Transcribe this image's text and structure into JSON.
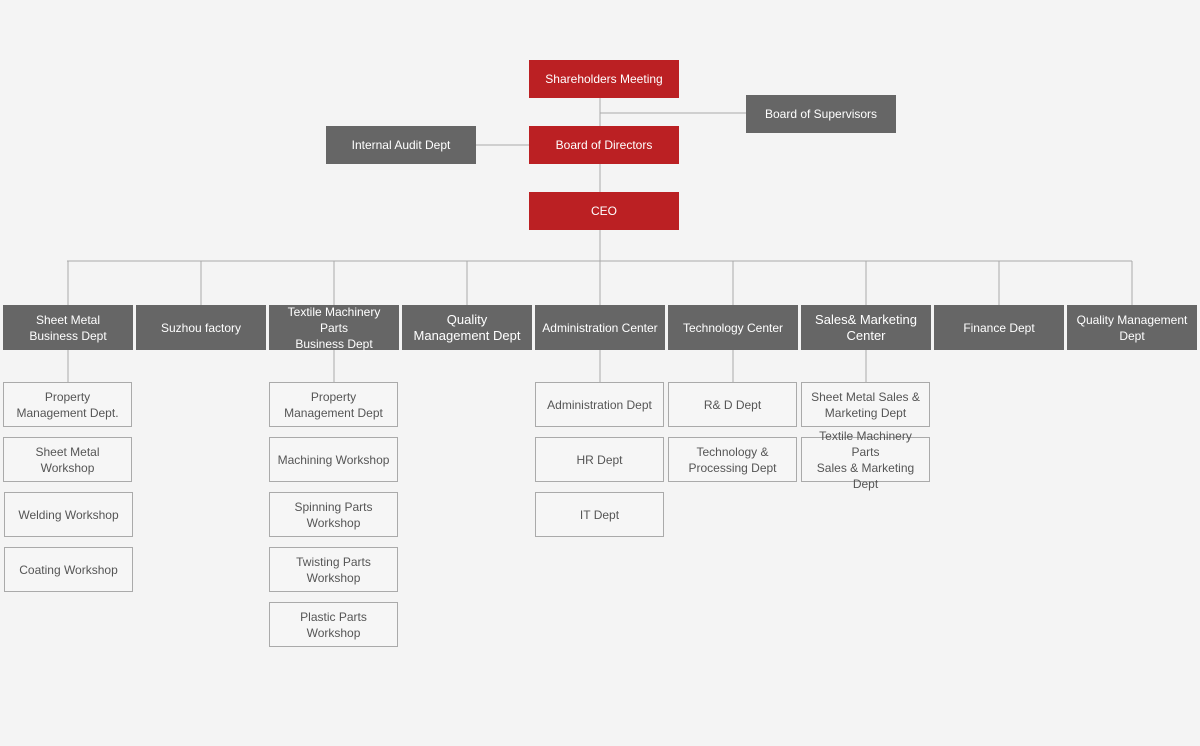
{
  "top": {
    "shareholders": "Shareholders Meeting",
    "supervisors": "Board of Supervisors",
    "audit": "Internal Audit Dept",
    "directors": "Board of Directors",
    "ceo": "CEO"
  },
  "departments": [
    {
      "label": "Sheet Metal\nBusiness Dept",
      "children": [
        "Property\nManagement Dept.",
        "Sheet Metal Workshop",
        "Welding Workshop",
        "Coating Workshop"
      ]
    },
    {
      "label": "Suzhou factory",
      "children": []
    },
    {
      "label": "Textile Machinery Parts\nBusiness Dept",
      "children": [
        "Property\nManagement Dept",
        "Machining Workshop",
        "Spinning Parts Workshop",
        "Twisting Parts Workshop",
        "Plastic Parts Workshop"
      ]
    },
    {
      "label": "Quality\nManagement Dept",
      "children": []
    },
    {
      "label": "Administration Center",
      "children": [
        "Administration Dept",
        "HR Dept",
        "IT Dept"
      ]
    },
    {
      "label": "Technology Center",
      "children": [
        "R& D Dept",
        "Technology &\nProcessing Dept"
      ]
    },
    {
      "label": "Sales& Marketing Center",
      "children": [
        "Sheet Metal Sales &\nMarketing Dept",
        "Textile Machinery Parts\nSales & Marketing Dept"
      ]
    },
    {
      "label": "Finance Dept",
      "children": []
    },
    {
      "label": "Quality Management Dept",
      "children": []
    }
  ],
  "colors": {
    "accent": "#bb2023",
    "department": "#666666",
    "line": "#aaaaaa",
    "background": "#f4f4f4"
  }
}
